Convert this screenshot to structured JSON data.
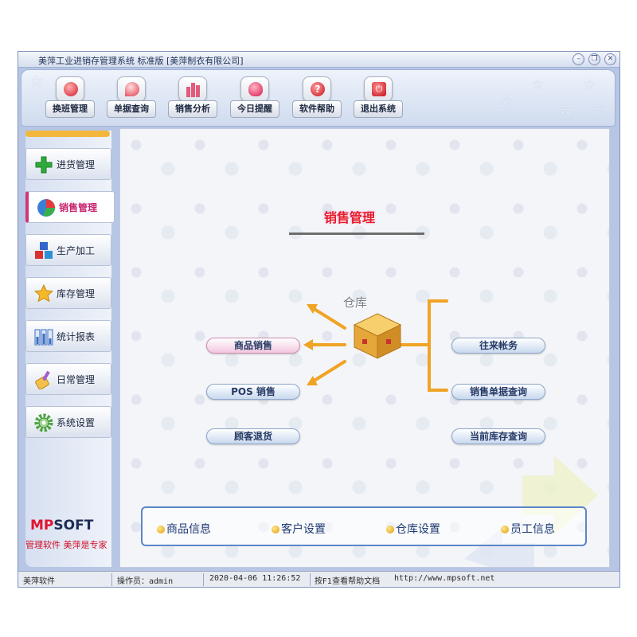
{
  "window": {
    "title": "美萍工业进销存管理系统 标准版 [美萍制衣有限公司]",
    "controls": [
      "minimize",
      "restore",
      "close"
    ]
  },
  "toolbar": {
    "buttons": [
      {
        "label": "换班管理",
        "icon": "people-icon"
      },
      {
        "label": "单据查询",
        "icon": "magnifier-icon"
      },
      {
        "label": "销售分析",
        "icon": "bar-chart-icon"
      },
      {
        "label": "今日提醒",
        "icon": "bell-icon"
      },
      {
        "label": "软件帮助",
        "icon": "help-icon"
      },
      {
        "label": "退出系统",
        "icon": "power-icon"
      }
    ]
  },
  "sidebar": {
    "items": [
      {
        "label": "进货管理",
        "icon": "plus-icon"
      },
      {
        "label": "销售管理",
        "icon": "pie-chart-icon",
        "active": true
      },
      {
        "label": "生产加工",
        "icon": "cubes-icon"
      },
      {
        "label": "库存管理",
        "icon": "star-icon"
      },
      {
        "label": "统计报表",
        "icon": "report-icon"
      },
      {
        "label": "日常管理",
        "icon": "broom-icon"
      },
      {
        "label": "系统设置",
        "icon": "gear-icon"
      }
    ],
    "logo": {
      "brand_red": "MP",
      "brand_blue": "SOFT",
      "slogan": "管理软件  美萍是专家"
    }
  },
  "main": {
    "section_title": "销售管理",
    "center_label": "仓库",
    "left_actions": [
      "商品销售",
      "POS 销售",
      "顾客退货"
    ],
    "right_actions": [
      "往来帐务",
      "销售单据查询",
      "当前库存查询"
    ],
    "bottom_links": [
      "商品信息",
      "客户设置",
      "仓库设置",
      "员工信息"
    ]
  },
  "statusbar": {
    "app_name": "美萍软件",
    "operator": "操作员：admin",
    "datetime": "2020-04-06 11:26:52",
    "help_hint": "按F1查看帮助文档",
    "website": "http://www.mpsoft.net"
  },
  "colors": {
    "accent_pink": "#d0367a",
    "title_red": "#e31e2c",
    "arrow_orange": "#f0a324",
    "frame_blue": "#b6c6e4"
  }
}
